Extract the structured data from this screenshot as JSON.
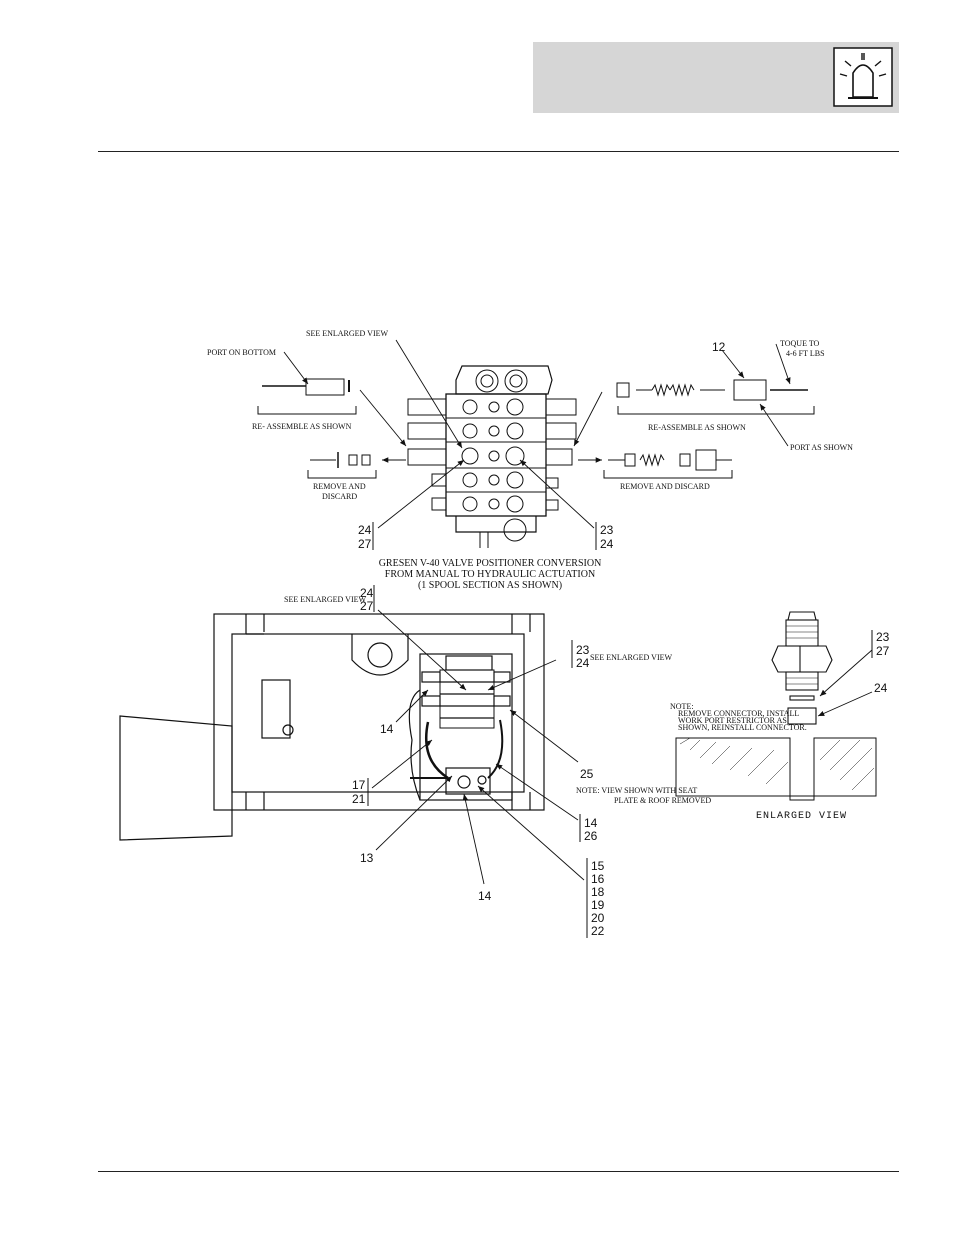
{
  "header": {
    "icon": "beacon-light-icon"
  },
  "valve_figure": {
    "callouts": {
      "see_enlarged_view": "SEE ENLARGED VIEW",
      "port_on_bottom": "PORT ON BOTTOM",
      "reassemble_left": "RE- ASSEMBLE AS SHOWN",
      "remove_discard_left_1": "REMOVE AND",
      "remove_discard_left_2": "DISCARD",
      "item_12": "12",
      "torque_1": "TOQUE TO",
      "torque_2": "4-6 FT LBS",
      "reassemble_right": "RE-ASSEMBLE AS SHOWN",
      "port_as_shown": "PORT AS SHOWN",
      "remove_discard_right": "REMOVE AND DISCARD",
      "left_stack": [
        "24",
        "27"
      ],
      "right_stack": [
        "23",
        "24"
      ]
    },
    "caption": [
      "GRESEN V-40 VALVE POSITIONER CONVERSION",
      "FROM MANUAL TO HYDRAULIC ACTUATION",
      "(1 SPOOL SECTION AS SHOWN)"
    ]
  },
  "frame_figure": {
    "callouts": {
      "see_enlarged_view_a": "SEE ENLARGED VIEW",
      "stack_top": [
        "24",
        "27"
      ],
      "stack_right": [
        "23",
        "24"
      ],
      "see_enlarged_view_b": "SEE ENLARGED VIEW",
      "item_14_left": "14",
      "item_25": "25",
      "stack_17_21": [
        "17",
        "21"
      ],
      "note_1": "NOTE:  VIEW SHOWN WITH SEAT",
      "note_2": "PLATE & ROOF REMOVED",
      "stack_14_26": [
        "14",
        "26"
      ],
      "item_13": "13",
      "item_14_bottom": "14",
      "stack_bottom": [
        "15",
        "16",
        "18",
        "19",
        "20",
        "22"
      ]
    }
  },
  "enlarged_view": {
    "stack_top": [
      "23",
      "27"
    ],
    "item_24": "24",
    "note": [
      "NOTE:",
      "REMOVE CONNECTOR, INSTALL",
      "WORK PORT RESTRICTOR AS",
      "SHOWN, REINSTALL CONNECTOR."
    ],
    "title": "ENLARGED VIEW"
  }
}
